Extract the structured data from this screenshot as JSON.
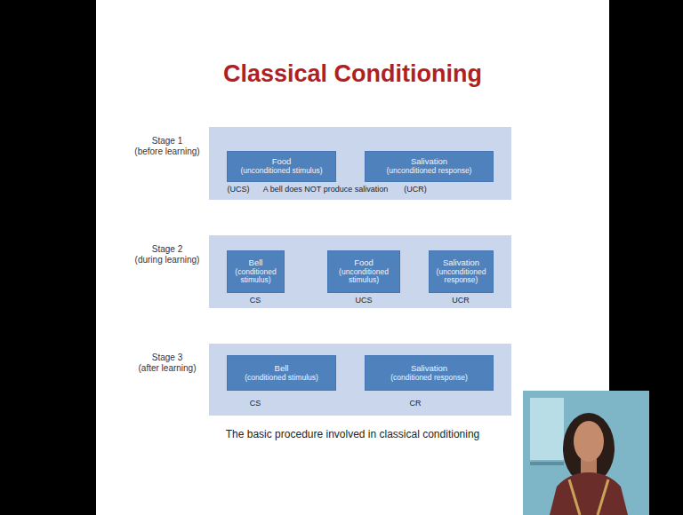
{
  "diagram": {
    "title": "Classical Conditioning",
    "caption": "The basic procedure involved in classical conditioning",
    "nodes": [
      {
        "text": [
          "Stage 1",
          "(before learning)"
        ]
      },
      {
        "text": [
          "Food",
          "(unconditioned stimulus)"
        ],
        "in": 0
      },
      {
        "text": [
          "Salivation",
          "(unconditioned response)"
        ],
        "in": 0
      },
      {
        "text": [
          "Stage 2",
          "(during learning)"
        ]
      },
      {
        "text": [
          "Bell",
          "(conditioned stimulus)"
        ],
        "in": 3
      },
      {
        "text": [
          "Food",
          "(unconditioned stimulus)"
        ],
        "in": 3
      },
      {
        "text": [
          "Salivation",
          "(unconditioned response)"
        ],
        "in": 3
      },
      {
        "text": [
          "Stage 3",
          "(after learning)"
        ]
      },
      {
        "text": [
          "Bell",
          "(conditioned stimulus)"
        ],
        "in": 7
      },
      {
        "text": [
          "Salivation",
          "(conditioned response)"
        ],
        "in": 7
      }
    ],
    "edges": [
      {
        "from": 1,
        "to": 2,
        "arrow": "to"
      },
      {
        "from": 5,
        "to": 6,
        "arrow": "to"
      },
      {
        "from": 8,
        "to": 9,
        "arrow": "to"
      }
    ],
    "labels": [
      "(UCS)",
      "A bell does NOT produce salivation",
      "(UCR)",
      "CS",
      "UCS",
      "UCR",
      "CS",
      "CR"
    ]
  }
}
